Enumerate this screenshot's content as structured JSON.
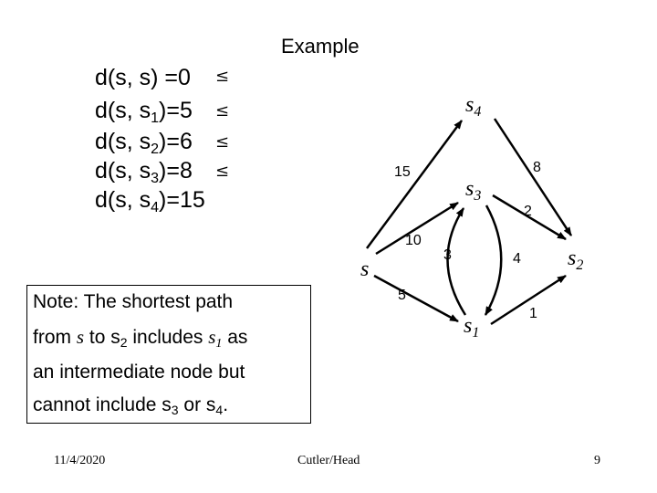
{
  "title": "Example",
  "distances": [
    {
      "prefix": "d(s, s) =0",
      "has_sub": false,
      "le": "≤"
    },
    {
      "prefix": "d(s, s",
      "sub": "1",
      "suffix": ")=5",
      "le": "≤"
    },
    {
      "prefix": "d(s, s",
      "sub": "2",
      "suffix": ")=6",
      "le": "≤"
    },
    {
      "prefix": "d(s, s",
      "sub": "3",
      "suffix": ")=8",
      "le": "≤"
    },
    {
      "prefix": "d(s, s",
      "sub": "4",
      "suffix": ")=15"
    }
  ],
  "note": {
    "line1": "Note: The shortest path",
    "line2_a": "from ",
    "line2_s": "s",
    "line2_b": " to s",
    "line2_sub": "2",
    "line2_c": " includes ",
    "line2_s1": "s",
    "line2_s1_sub": "1",
    "line2_d": " as",
    "line3": "an intermediate node but",
    "line4_a": "cannot include s",
    "line4_sub1": "3",
    "line4_b": " or s",
    "line4_sub2": "4",
    "line4_c": "."
  },
  "graph": {
    "nodes": [
      {
        "id": "s",
        "label": "s",
        "sub": ""
      },
      {
        "id": "s1",
        "label": "s",
        "sub": "1"
      },
      {
        "id": "s2",
        "label": "s",
        "sub": "2"
      },
      {
        "id": "s3",
        "label": "s",
        "sub": "3"
      },
      {
        "id": "s4",
        "label": "s",
        "sub": "4"
      }
    ],
    "edges": [
      {
        "from": "s",
        "to": "s4",
        "weight": "15"
      },
      {
        "from": "s",
        "to": "s3",
        "weight": "10"
      },
      {
        "from": "s",
        "to": "s1",
        "weight": "5"
      },
      {
        "from": "s4",
        "to": "s2",
        "weight": "8"
      },
      {
        "from": "s3",
        "to": "s2",
        "weight": "2"
      },
      {
        "from": "s1",
        "to": "s3",
        "weight": "3"
      },
      {
        "from": "s3",
        "to": "s1",
        "weight": "4"
      },
      {
        "from": "s1",
        "to": "s2",
        "weight": "1"
      }
    ]
  },
  "footer": {
    "date": "11/4/2020",
    "author": "Cutler/Head",
    "page": "9"
  }
}
